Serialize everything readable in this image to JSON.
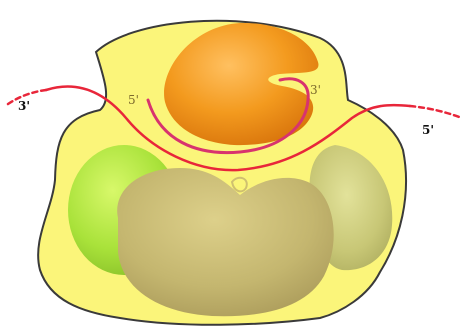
{
  "labels": {
    "left_strand_end": "3'",
    "inner_strand_left": "5'",
    "inner_strand_right": "3'",
    "right_strand_end": "5'"
  },
  "colors": {
    "background": "#ffffff",
    "complex_outline": "#fbf57a",
    "orange_subunit": "#f39a1e",
    "green_subunit": "#a9e23a",
    "tan_subunit": "#c4b66f",
    "olive_subunit": "#c8c776",
    "strand_red": "#e8263a",
    "strand_pink": "#d8336e"
  }
}
